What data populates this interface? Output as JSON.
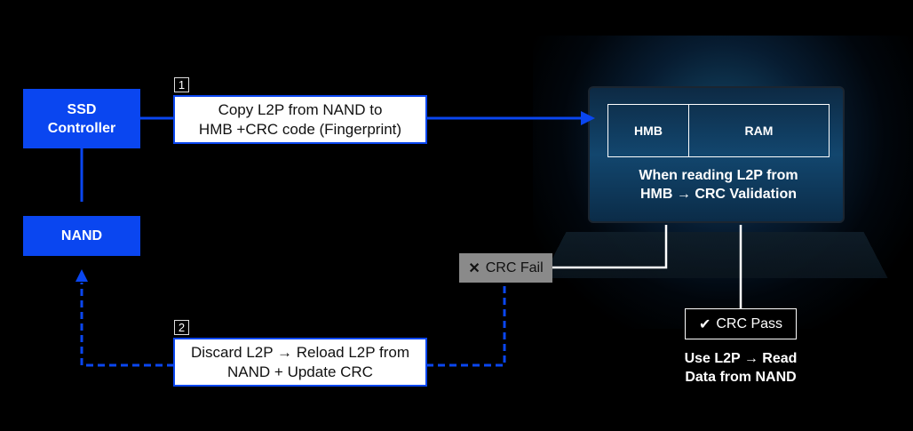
{
  "nodes": {
    "ssd_controller": "SSD\nController",
    "nand": "NAND",
    "hmb": "HMB",
    "ram": "RAM",
    "host_caption": "When reading L2P from\nHMB → CRC Validation"
  },
  "steps": [
    {
      "number": "1",
      "text": "Copy L2P from NAND to\nHMB +CRC code (Fingerprint)"
    },
    {
      "number": "2",
      "text": "Discard L2P → Reload L2P from\nNAND + Update CRC"
    }
  ],
  "results": {
    "fail": {
      "icon": "x-icon",
      "glyph": "✕",
      "label": "CRC Fail"
    },
    "pass": {
      "icon": "check-icon",
      "glyph": "✔",
      "label": "CRC Pass",
      "caption": "Use L2P → Read\nData from NAND"
    }
  },
  "colors": {
    "accent_blue": "#0a46f0",
    "fail_gray": "#8a8a8a",
    "background": "#000000"
  }
}
